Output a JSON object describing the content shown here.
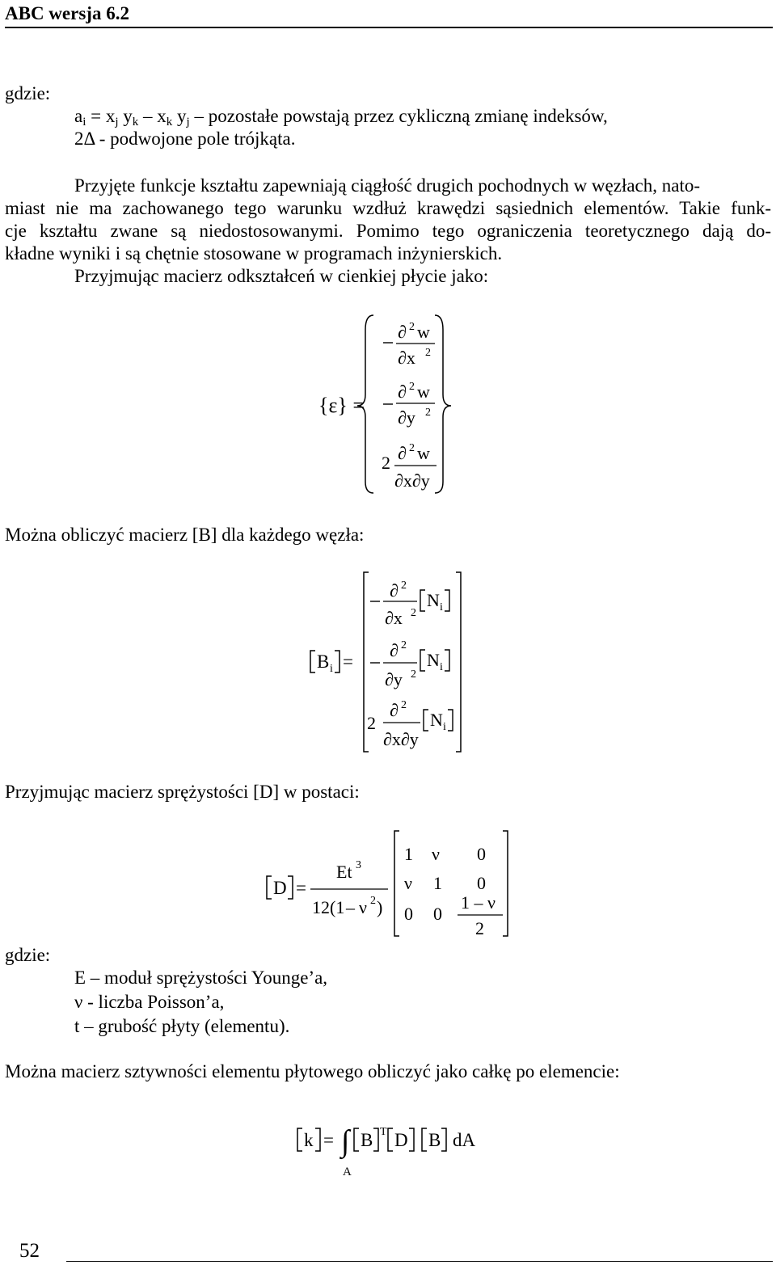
{
  "header": {
    "title": "ABC wersja 6.2"
  },
  "p1": {
    "gdzie": "gdzie:",
    "def_a_i": "i",
    "def_a_x": "x",
    "def_a_j": "j",
    "def_a_y": "y",
    "def_a_k": "k",
    "def_a_rest": "pozostałe powstają przez cykliczną zmianę indeksów,",
    "def_delta": "2Δ - podwojone pole trójkąta."
  },
  "para": {
    "l1": "Przyjęte funkcje kształtu zapewniają ciągłość drugich pochodnych w węzłach, nato-",
    "l2": "miast nie ma zachowanego tego warunku wzdłuż krawędzi sąsiednich elementów. Takie funk-",
    "l3": "cje kształtu zwane są niedostosowanymi. Pomimo tego ograniczenia teoretycznego dają do-",
    "l4": "kładne wyniki i są chętnie stosowane w programach inżynierskich.",
    "l5": "Przyjmując macierz odkształceń w cienkiej płycie jako:"
  },
  "eq_eps": {
    "lhs": "{ε} ="
  },
  "text_B": "Można obliczyć macierz [B] dla każdego węzła:",
  "text_D": "Przyjmując macierz sprężystości [D] w postaci:",
  "defs": {
    "gdzie": "gdzie:",
    "E": "E – moduł sprężystości Younge’a,",
    "nu": "ν - liczba Poisson’a,",
    "t": "t – grubość płyty (elementu)."
  },
  "text_K": "Można macierz sztywności elementu płytowego obliczyć jako całkę po elemencie:",
  "footer": {
    "page_number": "52"
  }
}
